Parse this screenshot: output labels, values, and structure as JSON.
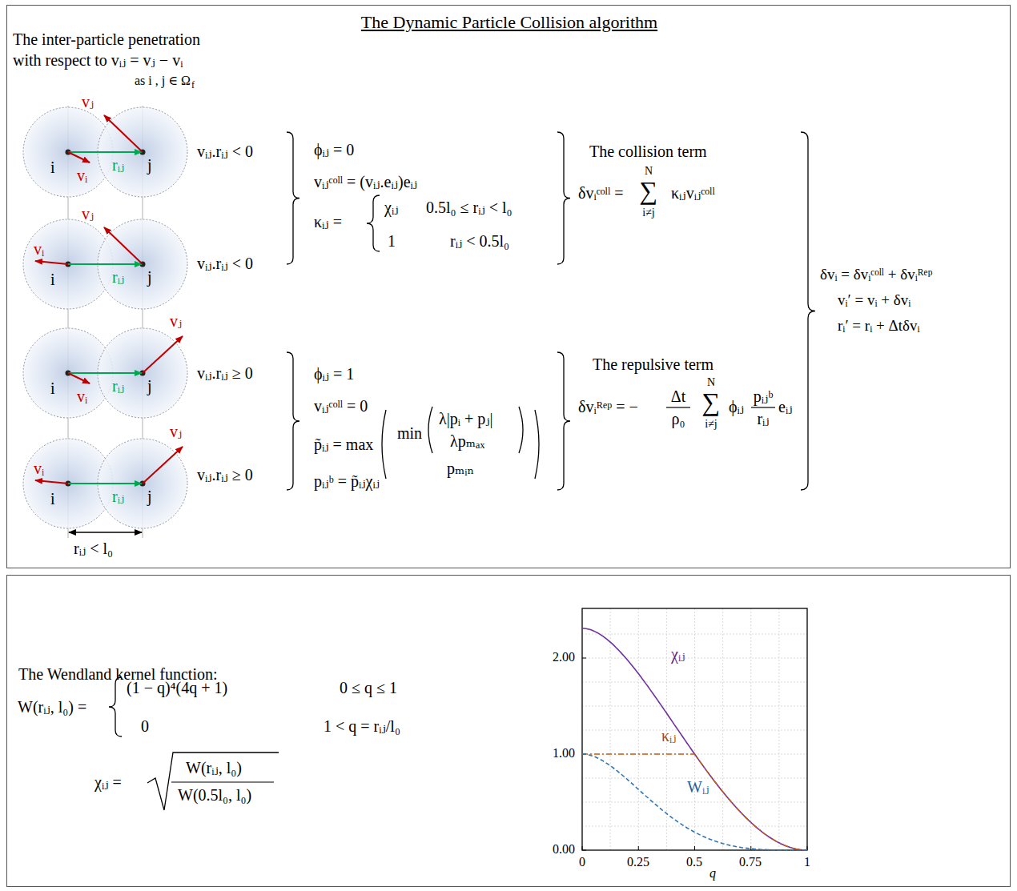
{
  "diagram": {
    "nodes": [
      {
        "text": [
          "The Dynamic Particle Collision algorithm"
        ]
      },
      {
        "text": [
          "The Wendland kernel function:"
        ]
      }
    ],
    "labels": [
      "The inter-particle penetration",
      "with respect to vᵢⱼ = vⱼ − vᵢ",
      "as i , j ∈ Ω",
      "f",
      "i",
      "vᵢ",
      "rᵢⱼ",
      "j",
      "vⱼ",
      "i",
      "vᵢ",
      "rᵢⱼ",
      "j",
      "vⱼ",
      "i",
      "vᵢ",
      "rᵢⱼ",
      "j",
      "vⱼ",
      "i",
      "vᵢ",
      "rᵢⱼ",
      "j",
      "vⱼ",
      "vᵢⱼ.rᵢⱼ < 0",
      "vᵢⱼ.rᵢⱼ < 0",
      "vᵢⱼ.rᵢⱼ ≥ 0",
      "vᵢⱼ.rᵢⱼ ≥ 0",
      "ϕᵢⱼ = 0",
      "vᵢⱼᶜᵒˡˡ = (vᵢⱼ.eᵢⱼ)eᵢⱼ",
      "κᵢⱼ =",
      "χᵢⱼ",
      "0.5l₀ ≤ rᵢⱼ < l₀",
      "1",
      "rᵢⱼ < 0.5l₀",
      "The collision term",
      "δvᵢᶜᵒˡˡ =",
      "N",
      "∑",
      "i≠j",
      "κᵢⱼvᵢⱼᶜᵒˡˡ",
      "ϕᵢⱼ = 1",
      "vᵢⱼᶜᵒˡˡ = 0",
      "p̃ᵢⱼ = max",
      "min",
      "λ|pᵢ + pⱼ|",
      "λpₘₐₓ",
      "pₘᵢₙ",
      "pᵢⱼᵇ = p̃ᵢⱼχᵢⱼ",
      "The repulsive term",
      "δvᵢᴿᵉᵖ = −",
      "Δt",
      "ρ₀",
      "N",
      "∑",
      "i≠j",
      "ϕᵢⱼ",
      "pᵢⱼᵇ",
      "rᵢⱼ",
      "eᵢⱼ",
      "δvᵢ = δvᵢᶜᵒˡˡ + δvᵢᴿᵉᵖ",
      "vᵢ′ = vᵢ + δvᵢ",
      "rᵢ′ = rᵢ + Δtδvᵢ",
      "rᵢⱼ < l₀",
      "W(rᵢⱼ, l₀) =",
      "(1 − q)⁴(4q + 1)",
      "0 ≤ q ≤ 1",
      "0",
      "1 < q = rᵢⱼ/l₀",
      "χᵢⱼ =",
      "W(rᵢⱼ, l₀)",
      "W(0.5l₀, l₀)",
      "2.00",
      "1.00",
      "0.00",
      "0",
      "0.25",
      "0.5",
      "q",
      "0.75",
      "1",
      "χᵢⱼ",
      "κᵢⱼ",
      "Wᵢⱼ"
    ]
  }
}
